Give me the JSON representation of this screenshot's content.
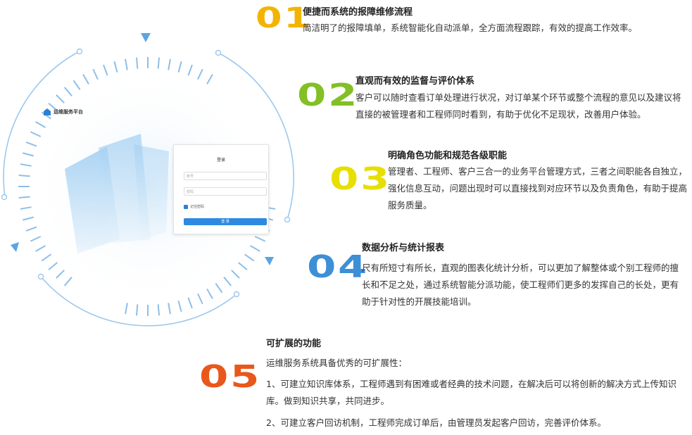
{
  "login_mock": {
    "brand": "运维服务平台",
    "title": "登录",
    "account_placeholder": "账号",
    "password_placeholder": "密码",
    "remember_label": "记住密码",
    "submit_label": "登 录"
  },
  "features": [
    {
      "number": "01",
      "color": "#f3b400",
      "title": "便捷而系统的报障维修流程",
      "desc": "简洁明了的报障填单，系统智能化自动派单，全方面流程跟踪，有效的提高工作效率。"
    },
    {
      "number": "02",
      "color": "#82c025",
      "title": "直观而有效的监督与评价体系",
      "desc": "客户可以随时查看订单处理进行状况，对订单某个环节或整个流程的意见以及建议将直接的被管理者和工程师同时看到，有助于优化不足现状，改善用户体验。"
    },
    {
      "number": "03",
      "color": "#e6df00",
      "title": "明确角色功能和规范各级职能",
      "desc": "管理者、工程师、客户三合一的业务平台管理方式，三者之间职能各自独立，强化信息互动，问题出现时可以直接找到对应环节以及负责角色，有助于提高服务质量。"
    },
    {
      "number": "04",
      "color": "#3d8fd6",
      "title": "数据分析与统计报表",
      "desc": "尺有所短寸有所长，直观的图表化统计分析，可以更加了解整体或个别工程师的擅长和不足之处，通过系统智能分派功能，使工程师们更多的发挥自己的长处，更有助于针对性的开展技能培训。"
    },
    {
      "number": "05",
      "color": "#e9571b",
      "title": "可扩展的功能",
      "intro": "运维服务系统具备优秀的可扩展性：",
      "items": [
        "1、可建立知识库体系，工程师遇到有困难或者经典的技术问题，在解决后可以将创新的解决方式上传知识库。做到知识共享，共同进步。",
        "2、可建立客户回访机制，工程师完成订单后，由管理员发起客户回访，完善评价体系。"
      ]
    }
  ],
  "icons": {
    "triangle": "triangle-marker-icon",
    "dot": "dot-marker-icon"
  }
}
